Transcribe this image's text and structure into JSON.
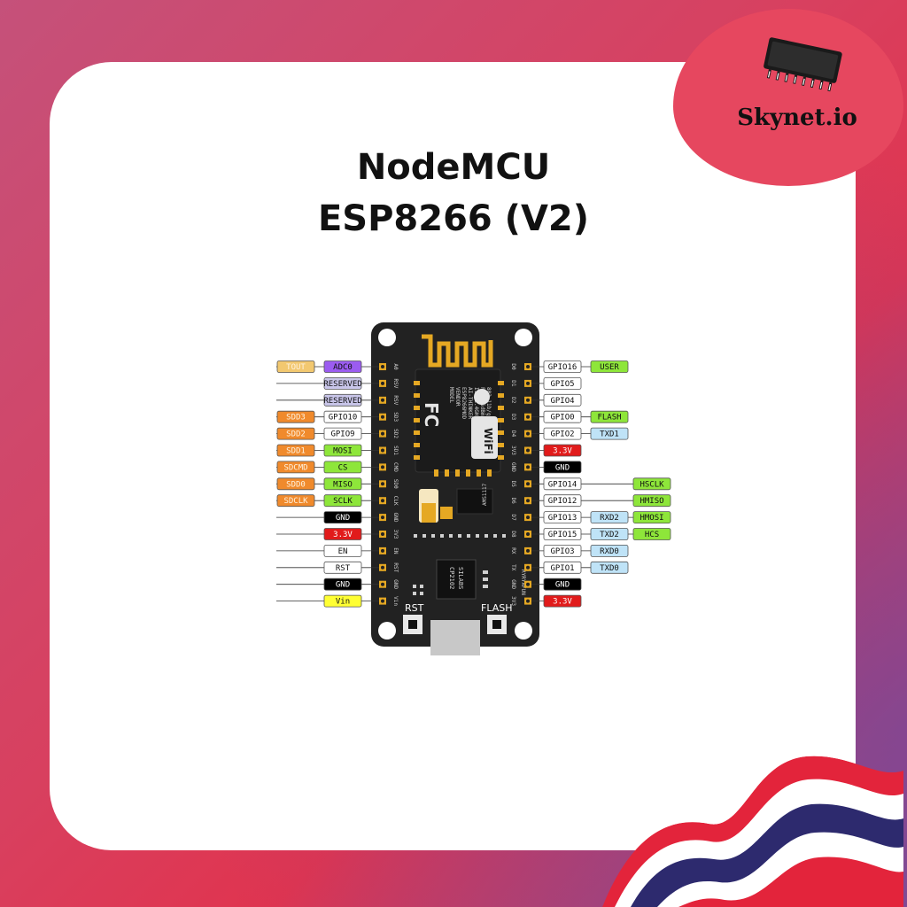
{
  "brand": {
    "name": "Skynet.io"
  },
  "title": {
    "line1": "NodeMCU",
    "line2": "ESP8266 (V2)"
  },
  "colors": {
    "tout": "#f2c870",
    "adc": "#9b5cf0",
    "reserved": "#c9c6ea",
    "sdio": "#f08a2c",
    "green": "#8ee63a",
    "gpio": "#ffffff",
    "gnd": "#000000",
    "v33": "#e11b1b",
    "vin": "#ffff33",
    "uart": "#bfe3f7",
    "board": "#222222",
    "gold": "#e5a823"
  },
  "left_pins": [
    {
      "pin": "A0",
      "labels": [
        {
          "t": "TOUT",
          "c": "tout"
        },
        {
          "t": "ADC0",
          "c": "adc"
        }
      ]
    },
    {
      "pin": "RSV",
      "labels": [
        {
          "t": "RESERVED",
          "c": "reserved"
        }
      ]
    },
    {
      "pin": "RSV",
      "labels": [
        {
          "t": "RESERVED",
          "c": "reserved"
        }
      ]
    },
    {
      "pin": "SD3",
      "labels": [
        {
          "t": "SDD3",
          "c": "sdio"
        },
        {
          "t": "GPIO10",
          "c": "gpio"
        }
      ]
    },
    {
      "pin": "SD2",
      "labels": [
        {
          "t": "SDD2",
          "c": "sdio"
        },
        {
          "t": "GPIO9",
          "c": "gpio"
        }
      ]
    },
    {
      "pin": "SD1",
      "labels": [
        {
          "t": "SDD1",
          "c": "sdio"
        },
        {
          "t": "MOSI",
          "c": "green"
        }
      ]
    },
    {
      "pin": "CMD",
      "labels": [
        {
          "t": "SDCMD",
          "c": "sdio"
        },
        {
          "t": "CS",
          "c": "green"
        }
      ]
    },
    {
      "pin": "SD0",
      "labels": [
        {
          "t": "SDD0",
          "c": "sdio"
        },
        {
          "t": "MISO",
          "c": "green"
        }
      ]
    },
    {
      "pin": "CLK",
      "labels": [
        {
          "t": "SDCLK",
          "c": "sdio"
        },
        {
          "t": "SCLK",
          "c": "green"
        }
      ]
    },
    {
      "pin": "GND",
      "labels": [
        {
          "t": "GND",
          "c": "gnd"
        }
      ]
    },
    {
      "pin": "3V3",
      "labels": [
        {
          "t": "3.3V",
          "c": "v33"
        }
      ]
    },
    {
      "pin": "EN",
      "labels": [
        {
          "t": "EN",
          "c": "gpio"
        }
      ]
    },
    {
      "pin": "RST",
      "labels": [
        {
          "t": "RST",
          "c": "gpio"
        }
      ]
    },
    {
      "pin": "GND",
      "labels": [
        {
          "t": "GND",
          "c": "gnd"
        }
      ]
    },
    {
      "pin": "Vin",
      "labels": [
        {
          "t": "Vin",
          "c": "vin"
        }
      ]
    }
  ],
  "right_pins": [
    {
      "pin": "D0",
      "labels": [
        {
          "t": "GPIO16",
          "c": "gpio"
        },
        {
          "t": "USER",
          "c": "green"
        }
      ]
    },
    {
      "pin": "D1",
      "labels": [
        {
          "t": "GPIO5",
          "c": "gpio"
        }
      ]
    },
    {
      "pin": "D2",
      "labels": [
        {
          "t": "GPIO4",
          "c": "gpio"
        }
      ]
    },
    {
      "pin": "D3",
      "labels": [
        {
          "t": "GPIO0",
          "c": "gpio"
        },
        {
          "t": "FLASH",
          "c": "green"
        }
      ]
    },
    {
      "pin": "D4",
      "labels": [
        {
          "t": "GPIO2",
          "c": "gpio"
        },
        {
          "t": "TXD1",
          "c": "uart"
        }
      ]
    },
    {
      "pin": "3V3",
      "labels": [
        {
          "t": "3.3V",
          "c": "v33"
        }
      ]
    },
    {
      "pin": "GND",
      "labels": [
        {
          "t": "GND",
          "c": "gnd"
        }
      ]
    },
    {
      "pin": "D5",
      "labels": [
        {
          "t": "GPIO14",
          "c": "gpio"
        },
        {
          "t": "HSCLK",
          "c": "green"
        }
      ]
    },
    {
      "pin": "D6",
      "labels": [
        {
          "t": "GPIO12",
          "c": "gpio"
        },
        {
          "t": "HMISO",
          "c": "green"
        }
      ]
    },
    {
      "pin": "D7",
      "labels": [
        {
          "t": "GPIO13",
          "c": "gpio"
        },
        {
          "t": "RXD2",
          "c": "uart"
        },
        {
          "t": "HMOSI",
          "c": "green"
        }
      ]
    },
    {
      "pin": "D8",
      "labels": [
        {
          "t": "GPIO15",
          "c": "gpio"
        },
        {
          "t": "TXD2",
          "c": "uart"
        },
        {
          "t": "HCS",
          "c": "green"
        }
      ]
    },
    {
      "pin": "RX",
      "labels": [
        {
          "t": "GPIO3",
          "c": "gpio"
        },
        {
          "t": "RXD0",
          "c": "uart"
        }
      ]
    },
    {
      "pin": "TX",
      "labels": [
        {
          "t": "GPIO1",
          "c": "gpio"
        },
        {
          "t": "TXD0",
          "c": "uart"
        }
      ]
    },
    {
      "pin": "GND",
      "labels": [
        {
          "t": "GND",
          "c": "gnd"
        }
      ]
    },
    {
      "pin": "3V3",
      "labels": [
        {
          "t": "3.3V",
          "c": "v33"
        }
      ]
    }
  ],
  "board": {
    "module_text": [
      "MODEL",
      "VENDOR",
      "ESP8266MOD",
      "AI-THINKER",
      "ISM 2.4GHz",
      "PA +25dBm",
      "802.11b/g/n"
    ],
    "fc_mark": "FC",
    "wifi_mark": "WiFi",
    "usb_chip_text": [
      "SILABS",
      "CP2102"
    ],
    "regulator_text": "AMS1117",
    "side_text": "RYRYAFUN",
    "rst_label": "RST",
    "flash_label": "FLASH"
  }
}
